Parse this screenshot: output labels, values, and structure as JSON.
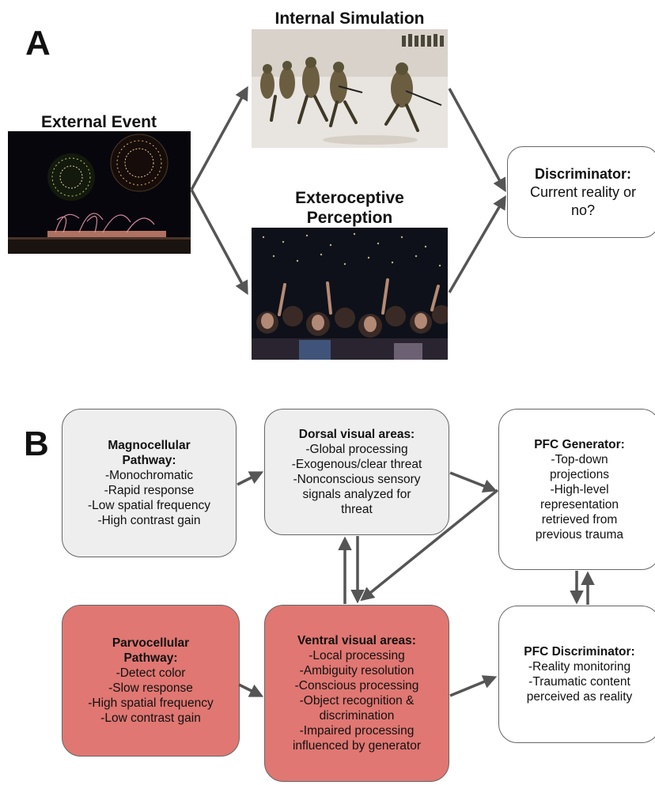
{
  "panel_a": {
    "letter": "A",
    "external_event": "External Event",
    "internal_simulation": "Internal Simulation",
    "exteroceptive_line1": "Exteroceptive",
    "exteroceptive_line2": "Perception",
    "discriminator": {
      "title": "Discriminator:",
      "line1": "Current reality or",
      "line2": "no?"
    }
  },
  "panel_b": {
    "letter": "B",
    "magnocellular": {
      "title_line1": "Magnocellular",
      "title_line2": "Pathway:",
      "items": [
        "-Monochromatic",
        "-Rapid response",
        "-Low spatial frequency",
        "-High contrast gain"
      ]
    },
    "dorsal": {
      "title": "Dorsal visual areas:",
      "items": [
        "-Global processing",
        "-Exogenous/clear threat",
        "-Nonconscious sensory",
        "signals analyzed for",
        "threat"
      ]
    },
    "pfc_generator": {
      "title": "PFC Generator:",
      "items": [
        "-Top-down",
        "projections",
        "-High-level",
        "representation",
        "retrieved from",
        "previous trauma"
      ]
    },
    "parvocellular": {
      "title_line1": "Parvocellular",
      "title_line2": "Pathway:",
      "items": [
        "-Detect color",
        "-Slow response",
        "-High spatial frequency",
        "-Low contrast gain"
      ]
    },
    "ventral": {
      "title": "Ventral visual areas:",
      "items": [
        "-Local processing",
        "-Ambiguity resolution",
        "-Conscious processing",
        "-Object recognition &",
        "discrimination",
        "-Impaired processing",
        "influenced by generator"
      ]
    },
    "pfc_discriminator": {
      "title": "PFC Discriminator:",
      "items": [
        "-Reality monitoring",
        "-Traumatic content",
        "perceived as reality"
      ]
    }
  },
  "colors": {
    "grey_box": "#eeeeee",
    "red_box": "#e07772",
    "arrow": "#555555"
  }
}
